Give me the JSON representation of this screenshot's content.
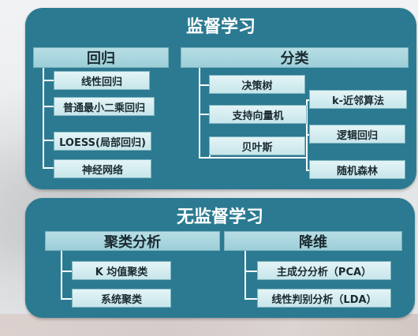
{
  "supervised": {
    "title": "监督学习",
    "regression": {
      "header": "回归",
      "items": [
        "线性回归",
        "普通最小二乘回归",
        "LOESS(局部回归)",
        "神经网络"
      ]
    },
    "classification": {
      "header": "分类",
      "left_items": [
        "决策树",
        "支持向量机",
        "贝叶斯"
      ],
      "right_items": [
        "k-近邻算法",
        "逻辑回归",
        "随机森林"
      ]
    }
  },
  "unsupervised": {
    "title": "无监督学习",
    "clustering": {
      "header": "聚类分析",
      "items": [
        "K 均值聚类",
        "系统聚类"
      ]
    },
    "dim_reduction": {
      "header": "降维",
      "items": [
        "主成分分析（PCA）",
        "线性判别分析（LDA）"
      ]
    }
  }
}
